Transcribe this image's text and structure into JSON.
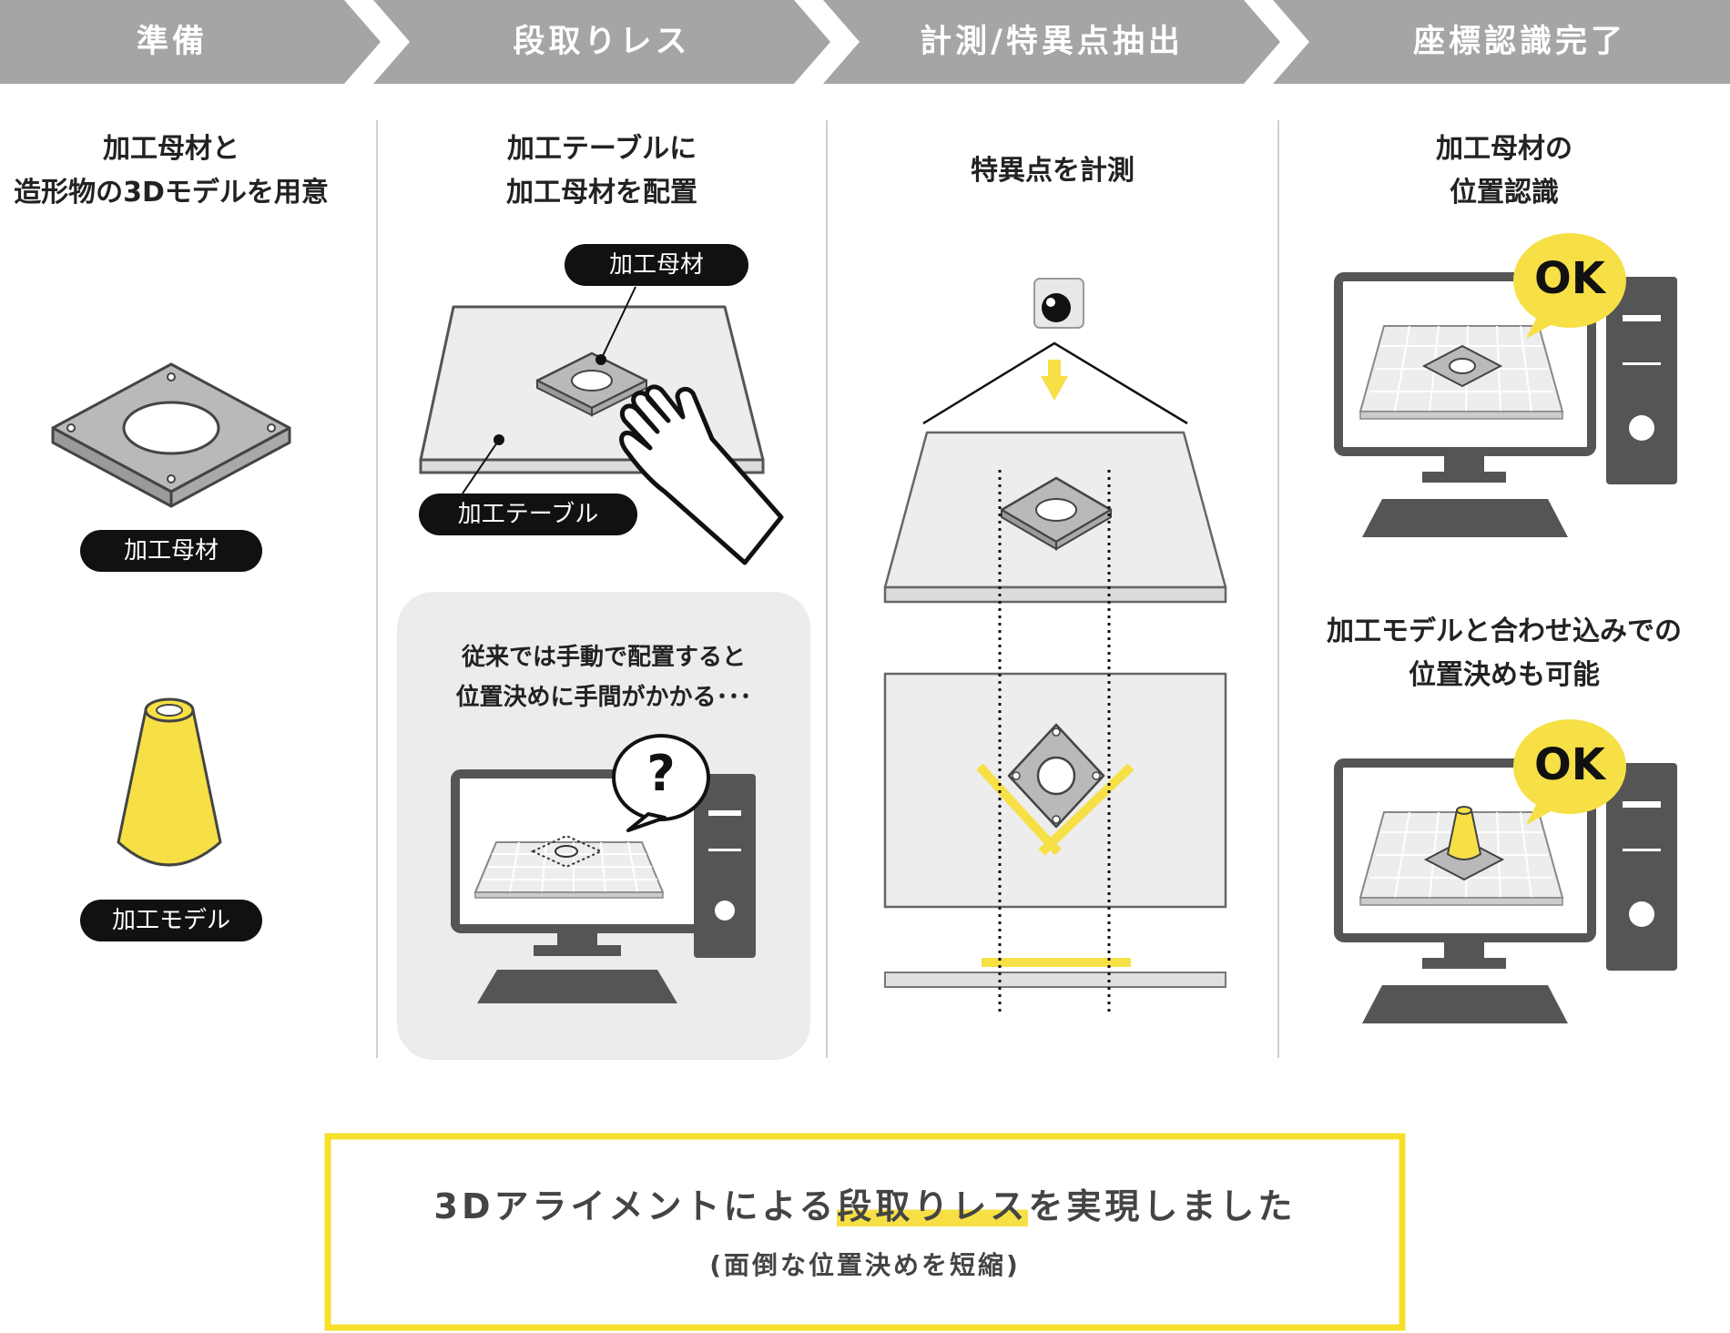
{
  "steps": [
    "準備",
    "段取りレス",
    "計測/特異点抽出",
    "座標認識完了"
  ],
  "col1": {
    "title_line1": "加工母材と",
    "title_line2": "造形物の3Dモデルを用意",
    "label_base": "加工母材",
    "label_model": "加工モデル"
  },
  "col2": {
    "title_line1": "加工テーブルに",
    "title_line2": "加工母材を配置",
    "label_base": "加工母材",
    "label_table": "加工テーブル",
    "note_line1": "従来では手動で配置すると",
    "note_line2": "位置決めに手間がかかる･･･",
    "question_mark": "?"
  },
  "col3": {
    "title": "特異点を計測"
  },
  "col4": {
    "title_line1": "加工母材の",
    "title_line2": "位置認識",
    "ok_top": "OK",
    "mid_line1": "加工モデルと合わせ込みでの",
    "mid_line2": "位置決めも可能",
    "ok_bottom": "OK"
  },
  "summary": {
    "pre": "3Dアライメントによる",
    "highlight": "段取りレス",
    "post": "を実現しました",
    "sub": "(面倒な位置決めを短縮)"
  },
  "colors": {
    "step_bar": "#a5a5a5",
    "accent_yellow": "#f6e046",
    "summary_border": "#f5df2a",
    "dark": "#555555",
    "note_bg": "#ececec"
  }
}
